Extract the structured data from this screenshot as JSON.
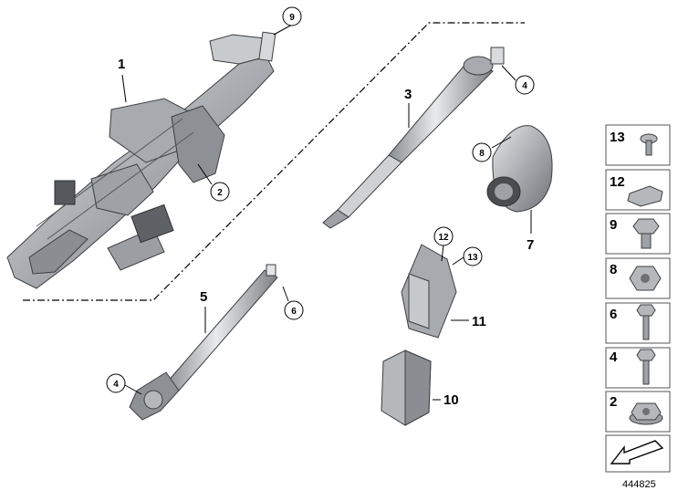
{
  "diagram": {
    "reference_number": "444825",
    "callouts": {
      "p1": "1",
      "p2": "2",
      "p3": "3",
      "p4a": "4",
      "p4b": "4",
      "p5": "5",
      "p6": "6",
      "p7": "7",
      "p8": "8",
      "p9": "9",
      "p10": "10",
      "p11": "11",
      "p12": "12",
      "p13": "13"
    },
    "side_panel": [
      "13",
      "12",
      "9",
      "8",
      "6",
      "4",
      "2"
    ],
    "colors": {
      "line": "#000000",
      "part_fill": "#b9bcbf",
      "part_dark": "#6d7074",
      "panel_border": "#555555"
    }
  }
}
